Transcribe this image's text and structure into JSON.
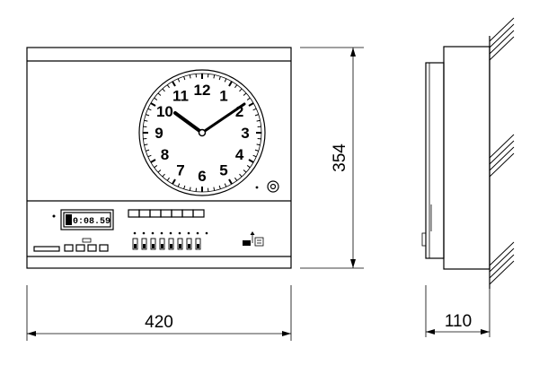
{
  "drawing": {
    "dimensions": {
      "width": "420",
      "height": "354",
      "depth": "110"
    },
    "clock": {
      "numerals": [
        "12",
        "1",
        "2",
        "3",
        "4",
        "5",
        "6",
        "7",
        "8",
        "9",
        "10",
        "11"
      ]
    },
    "lcd": {
      "display": "0:08.59"
    }
  }
}
